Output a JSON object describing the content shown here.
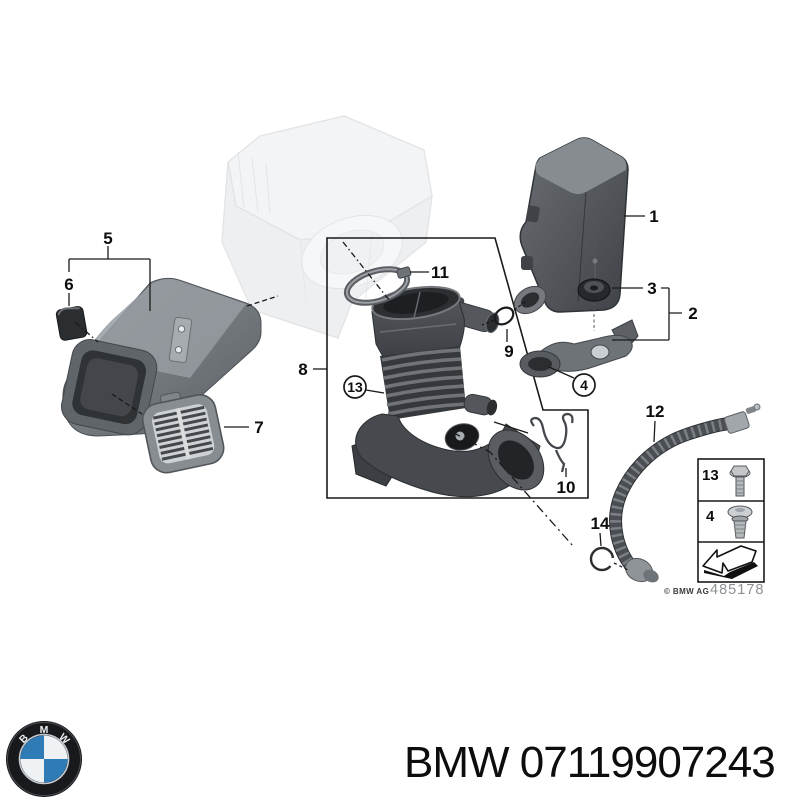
{
  "page": {
    "background": "#ffffff"
  },
  "diagram": {
    "copyright": "© BMW AG",
    "sheet_number": "485178",
    "callouts": [
      "1",
      "2",
      "3",
      "4",
      "5",
      "6",
      "7",
      "8",
      "9",
      "10",
      "11",
      "12",
      "13",
      "14"
    ],
    "legend": {
      "rows": [
        {
          "label": "13",
          "icon": "screw-icon"
        },
        {
          "label": "4",
          "icon": "expansion-rivet-icon"
        }
      ],
      "arrow": "direction-arrow-icon"
    }
  },
  "footer": {
    "part_label": "BMW 07119907243",
    "logo_letters": {
      "b": "B",
      "m": "M",
      "w": "W"
    },
    "brand_colors": {
      "roundel_blue": "#2e7bb5",
      "roundel_black": "#17191c",
      "roundel_white": "#eef2f4"
    }
  }
}
